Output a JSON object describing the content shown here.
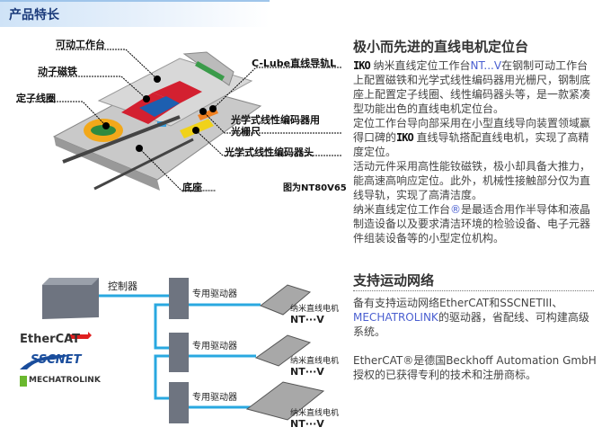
{
  "header": {
    "title": "产品特长"
  },
  "figure": {
    "labels": {
      "table": "可动工作台",
      "magnet": "动子磁铁",
      "coil": "定子线圈",
      "rail": "C-Lube直线导轨L",
      "scale_1": "光学式线性编码器用",
      "scale_2": "光栅尺",
      "head": "光学式线性编码器头",
      "base": "底座"
    },
    "caption": "图为NT80V65"
  },
  "section1": {
    "title": "极小而先进的直线电机定位台",
    "brand": "IKO",
    "p1_a": "纳米直线定位工作台",
    "p1_model": "NT...V",
    "p1_b": "在钢制可动工作台上配置磁铁和光学式线性编码器用光栅尺，钢制底座上配置定子线圈、线性编码器头等，是一款紧凑型功能出色的直线电机定位台。",
    "p2_a": "定位工作台导向部采用在小型直线导向装置领域赢得口碑的",
    "p2_b": "直线导轨搭配直线电机，实现了高精度定位。",
    "p3": "活动元件采用高性能钕磁铁，极小却具备大推力，能高速高响应定位。此外，机械性接触部分仅为直线导轨，实现了高清洁度。",
    "p4_a": "纳米直线定位工作台",
    "p4_reg": "®",
    "p4_b": "是最适合用作半导体和液晶制造设备以及要求清洁环境的检验设备、电子元器件组装设备等的小型定位机构。"
  },
  "section2": {
    "title": "支持运动网络",
    "p1_a": "备有支持运动网络EtherCAT和SSCNETIII、",
    "p1_link": "MECHATROLINK",
    "p1_b": "的驱动器，省配线、可构建高级系统。",
    "p2": "EtherCAT®是德国Beckhoff Automation GmbH授权的已获得专利的技术和注册商标。"
  },
  "diagram": {
    "controller": "控制器",
    "drivers": [
      "专用驱动器",
      "专用驱动器",
      "专用驱动器"
    ],
    "motor_name": "纳米直线电机",
    "motor_model": "NT···V",
    "logos": {
      "ethercat": "EtherCAT",
      "sscnet": "SSCNET",
      "mechatrolink": "MECHATROLINK"
    }
  },
  "colors": {
    "header_text": "#1a3a7a",
    "link": "#4a5fd0",
    "network_line": "#29a8e0"
  }
}
